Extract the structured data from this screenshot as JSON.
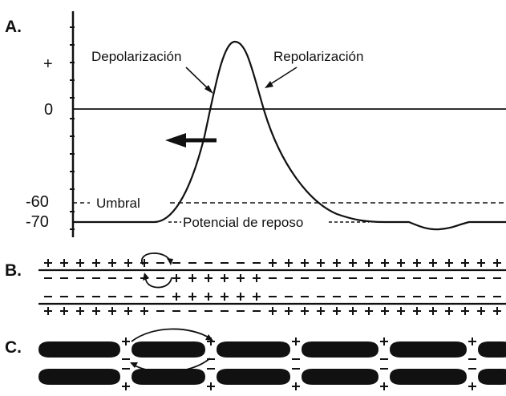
{
  "panels": {
    "a": {
      "letter": "A."
    },
    "b": {
      "letter": "B."
    },
    "c": {
      "letter": "C."
    }
  },
  "axis": {
    "plus": "+",
    "zero": "0",
    "minus60": "-60",
    "minus70": "-70"
  },
  "annotations": {
    "depolarizacion": "Depolarización",
    "repolarizacion": "Repolarización",
    "umbral": "Umbral",
    "potencial_reposo": "Potencial de reposo"
  },
  "colors": {
    "ink": "#111111",
    "background": "#ffffff"
  }
}
